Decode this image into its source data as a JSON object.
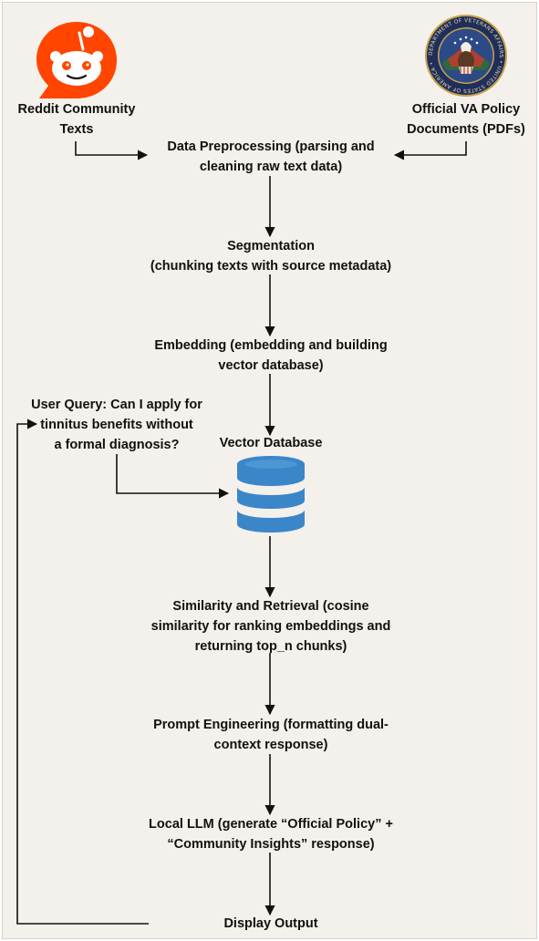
{
  "sources": {
    "reddit": [
      "Reddit Community",
      "Texts"
    ],
    "va": [
      "Official VA Policy",
      "Documents (PDFs)"
    ]
  },
  "steps": {
    "preprocessing": [
      "Data Preprocessing (parsing and",
      "cleaning raw text data)"
    ],
    "segmentation": [
      "Segmentation",
      "(chunking texts with source metadata)"
    ],
    "embedding": [
      "Embedding (embedding and building",
      "vector database)"
    ],
    "vector_db": [
      "Vector Database"
    ],
    "retrieval": [
      "Similarity and Retrieval (cosine",
      "similarity for ranking embeddings and",
      "returning top_n chunks)"
    ],
    "prompt": [
      "Prompt Engineering (formatting dual-",
      "context response)"
    ],
    "llm": [
      "Local LLM (generate “Official Policy” +",
      "“Community Insights” response)"
    ],
    "output": [
      "Display Output"
    ]
  },
  "user_query": [
    "User Query: Can I apply for",
    "tinnitus benefits without",
    "a formal diagnosis?"
  ],
  "icons": {
    "reddit_logo": "reddit-logo-icon",
    "va_seal": "va-seal-icon",
    "database": "database-icon"
  },
  "colors": {
    "background": "#f4f0eb",
    "reddit_orange": "#ff4500",
    "database_blue": "#3a86c8",
    "seal_navy": "#1f2f5c"
  },
  "va_seal_ring_text": "DEPARTMENT OF VETERANS AFFAIRS • UNITED STATES OF AMERICA •"
}
